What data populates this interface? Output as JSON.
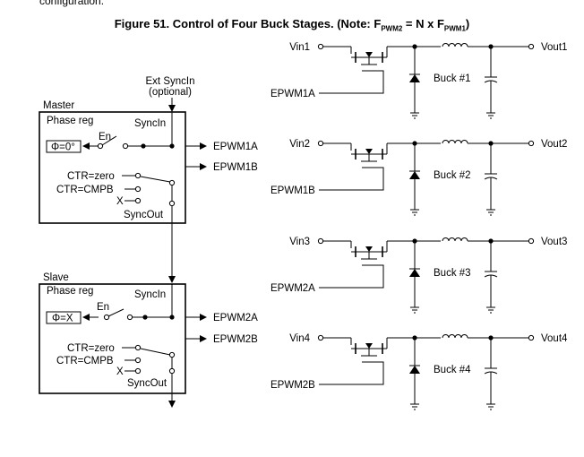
{
  "top_text": "configuration.",
  "title": {
    "main": "Figure 51. Control of Four Buck Stages. (Note: F",
    "sub1": "PWM2",
    "mid": " = N x F",
    "sub2": "PWM1",
    "end": ")"
  },
  "ext_sync": {
    "line1": "Ext SyncIn",
    "line2": "(optional)"
  },
  "master": {
    "title": "Master",
    "phase_reg": "Phase reg",
    "syncin": "SyncIn",
    "en": "En",
    "phase_value": "Φ=0°",
    "ctr_zero": "CTR=zero",
    "ctr_cmpb": "CTR=CMPB",
    "x": "X",
    "syncout": "SyncOut",
    "out_a": "EPWM1A",
    "out_b": "EPWM1B"
  },
  "slave": {
    "title": "Slave",
    "phase_reg": "Phase reg",
    "syncin": "SyncIn",
    "en": "En",
    "phase_value": "Φ=X",
    "ctr_zero": "CTR=zero",
    "ctr_cmpb": "CTR=CMPB",
    "x": "X",
    "syncout": "SyncOut",
    "out_a": "EPWM2A",
    "out_b": "EPWM2B"
  },
  "stages": [
    {
      "vin": "Vin1",
      "vout": "Vout1",
      "buck": "Buck #1",
      "pwm": "EPWM1A"
    },
    {
      "vin": "Vin2",
      "vout": "Vout2",
      "buck": "Buck #2",
      "pwm": "EPWM1B"
    },
    {
      "vin": "Vin3",
      "vout": "Vout3",
      "buck": "Buck #3",
      "pwm": "EPWM2A"
    },
    {
      "vin": "Vin4",
      "vout": "Vout4",
      "buck": "Buck #4",
      "pwm": "EPWM2B"
    }
  ]
}
